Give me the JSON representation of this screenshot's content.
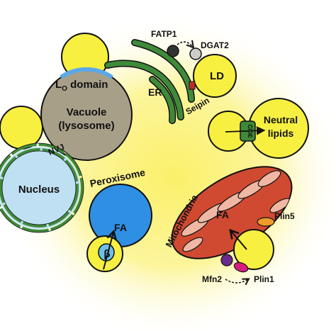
{
  "labels": {
    "lo_domain_main": "L",
    "lo_domain_sub": "O",
    "lo_domain_rest": " domain",
    "vacuole_line1": "Vacuole",
    "vacuole_line2": "(lysosome)",
    "nvj": "NVJ",
    "nucleus": "Nucleus",
    "fatp1": "FATP1",
    "dgat2": "DGAT2",
    "ld": "LD",
    "er": "ER",
    "seipin": "Seipin",
    "neutral_line1": "Neutral",
    "neutral_line2": "lipids",
    "cide": "CIDE",
    "peroxisome": "Peroxisome",
    "fa_perox": "FA",
    "beta": "β",
    "mitochondria": "Mitochondria",
    "fa_mito": "FA",
    "plin5": "Plin5",
    "mfn2": "Mfn2",
    "plin1": "Plin1"
  },
  "colors": {
    "glow_center": "#fdf48a",
    "lipid_droplet": "#f8f041",
    "vacuole": "#a89f89",
    "lo_domain": "#5aa8e8",
    "nucleus": "#bfe0f2",
    "nuclear_envelope": "#3f8a3a",
    "er": "#3f8a3a",
    "seipin": "#c22b2b",
    "peroxisome": "#2f8fe3",
    "mitochondria": "#d04a32",
    "cristae": "#f0b8a4",
    "plin5": "#ef9a2c",
    "mfn2": "#6a2a8e",
    "plin1": "#d81c7f",
    "fatp1": "#333333",
    "dgat2": "#cccccc"
  }
}
